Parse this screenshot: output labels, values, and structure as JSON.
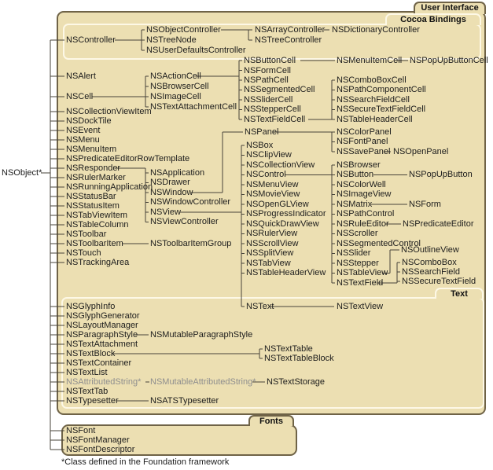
{
  "tabs": {
    "user_interface": "User Interface",
    "cocoa_bindings": "Cocoa Bindings",
    "text": "Text",
    "fonts": "Fonts"
  },
  "root": {
    "label": "NSObject*"
  },
  "footnote": "*Class defined in the Foundation framework",
  "colors": {
    "panel_fill": "#ecdfb2",
    "dark_border": "#6f6347",
    "light_border": "#fdf8e6",
    "line": "#47433a",
    "gray_label": "#8e8e8e"
  },
  "classes": {
    "NSController": "NSController",
    "NSObjectController": "NSObjectController",
    "NSTreeNode": "NSTreeNode",
    "NSUserDefaultsController": "NSUserDefaultsController",
    "NSArrayController": "NSArrayController",
    "NSTreeController": "NSTreeController",
    "NSDictionaryController": "NSDictionaryController",
    "NSAlert": "NSAlert",
    "NSCell": "NSCell",
    "NSCollectionViewItem": "NSCollectionViewItem",
    "NSDockTile": "NSDockTile",
    "NSEvent": "NSEvent",
    "NSMenu": "NSMenu",
    "NSMenuItem": "NSMenuItem",
    "NSPredicateEditorRowTemplate": "NSPredicateEditorRowTemplate",
    "NSResponder": "NSResponder",
    "NSRulerMarker": "NSRulerMarker",
    "NSRunningApplication": "NSRunningApplication",
    "NSStatusBar": "NSStatusBar",
    "NSStatusItem": "NSStatusItem",
    "NSTabViewItem": "NSTabViewItem",
    "NSTableColumn": "NSTableColumn",
    "NSToolbar": "NSToolbar",
    "NSToolbarItem": "NSToolbarItem",
    "NSTouch": "NSTouch",
    "NSTrackingArea": "NSTrackingArea",
    "NSActionCell": "NSActionCell",
    "NSBrowserCell": "NSBrowserCell",
    "NSImageCell": "NSImageCell",
    "NSTextAttachmentCell": "NSTextAttachmentCell",
    "NSButtonCell": "NSButtonCell",
    "NSFormCell": "NSFormCell",
    "NSPathCell": "NSPathCell",
    "NSSegmentedCell": "NSSegmentedCell",
    "NSSliderCell": "NSSliderCell",
    "NSStepperCell": "NSStepperCell",
    "NSTextFieldCell": "NSTextFieldCell",
    "NSMenuItemCell": "NSMenuItemCell",
    "NSPopUpButtonCell": "NSPopUpButtonCell",
    "NSComboBoxCell": "NSComboBoxCell",
    "NSPathComponentCell": "NSPathComponentCell",
    "NSSearchFieldCell": "NSSearchFieldCell",
    "NSSecureTextFieldCell": "NSSecureTextFieldCell",
    "NSTableHeaderCell": "NSTableHeaderCell",
    "NSApplication": "NSApplication",
    "NSDrawer": "NSDrawer",
    "NSWindow": "NSWindow",
    "NSWindowController": "NSWindowController",
    "NSView": "NSView",
    "NSViewController": "NSViewController",
    "NSToolbarItemGroup": "NSToolbarItemGroup",
    "NSPanel": "NSPanel",
    "NSColorPanel": "NSColorPanel",
    "NSFontPanel": "NSFontPanel",
    "NSSavePanel": "NSSavePanel",
    "NSOpenPanel": "NSOpenPanel",
    "NSBox": "NSBox",
    "NSClipView": "NSClipView",
    "NSCollectionView": "NSCollectionView",
    "NSControl": "NSControl",
    "NSMenuView": "NSMenuView",
    "NSMovieView": "NSMovieView",
    "NSOpenGLView": "NSOpenGLView",
    "NSProgressIndicator": "NSProgressIndicator",
    "NSQuickDrawView": "NSQuickDrawView",
    "NSRulerView": "NSRulerView",
    "NSScrollView": "NSScrollView",
    "NSSplitView": "NSSplitView",
    "NSTabView": "NSTabView",
    "NSTableHeaderView": "NSTableHeaderView",
    "NSBrowser": "NSBrowser",
    "NSButton": "NSButton",
    "NSColorWell": "NSColorWell",
    "NSImageView": "NSImageView",
    "NSMatrix": "NSMatrix",
    "NSPathControl": "NSPathControl",
    "NSRuleEditor": "NSRuleEditor",
    "NSScroller": "NSScroller",
    "NSSegmentedControl": "NSSegmentedControl",
    "NSSlider": "NSSlider",
    "NSStepper": "NSStepper",
    "NSTableView": "NSTableView",
    "NSTextField": "NSTextField",
    "NSPopUpButton": "NSPopUpButton",
    "NSForm": "NSForm",
    "NSPredicateEditor": "NSPredicateEditor",
    "NSOutlineView": "NSOutlineView",
    "NSComboBox": "NSComboBox",
    "NSSearchField": "NSSearchField",
    "NSSecureTextField": "NSSecureTextField",
    "NSText": "NSText",
    "NSTextView": "NSTextView",
    "NSGlyphInfo": "NSGlyphInfo",
    "NSGlyphGenerator": "NSGlyphGenerator",
    "NSLayoutManager": "NSLayoutManager",
    "NSParagraphStyle": "NSParagraphStyle",
    "NSMutableParagraphStyle": "NSMutableParagraphStyle",
    "NSTextAttachment": "NSTextAttachment",
    "NSTextBlock": "NSTextBlock",
    "NSTextTable": "NSTextTable",
    "NSTextTableBlock": "NSTextTableBlock",
    "NSTextContainer": "NSTextContainer",
    "NSTextList": "NSTextList",
    "NSAttributedString": "NSAttributedString*",
    "NSMutableAttributedString": "NSMutableAttributedString*",
    "NSTextStorage": "NSTextStorage",
    "NSTextTab": "NSTextTab",
    "NSTypesetter": "NSTypesetter",
    "NSATSTypesetter": "NSATSTypesetter",
    "NSFont": "NSFont",
    "NSFontManager": "NSFontManager",
    "NSFontDescriptor": "NSFontDescriptor"
  }
}
